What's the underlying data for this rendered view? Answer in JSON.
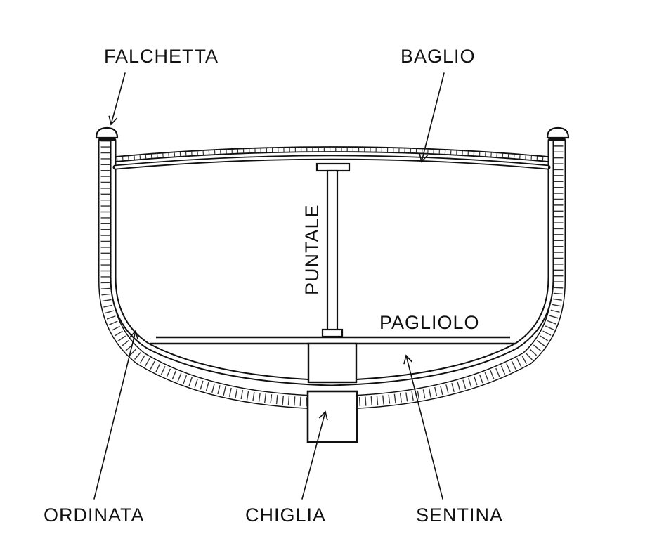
{
  "diagram": {
    "labels": {
      "falchetta": "FALCHETTA",
      "baglio": "BAGLIO",
      "puntale": "PUNTALE",
      "pagliolo": "PAGLIOLO",
      "ordinata": "ORDINATA",
      "chiglia": "CHIGLIA",
      "sentina": "SENTINA"
    },
    "colors": {
      "ink": "#111111",
      "background": "#ffffff"
    }
  }
}
